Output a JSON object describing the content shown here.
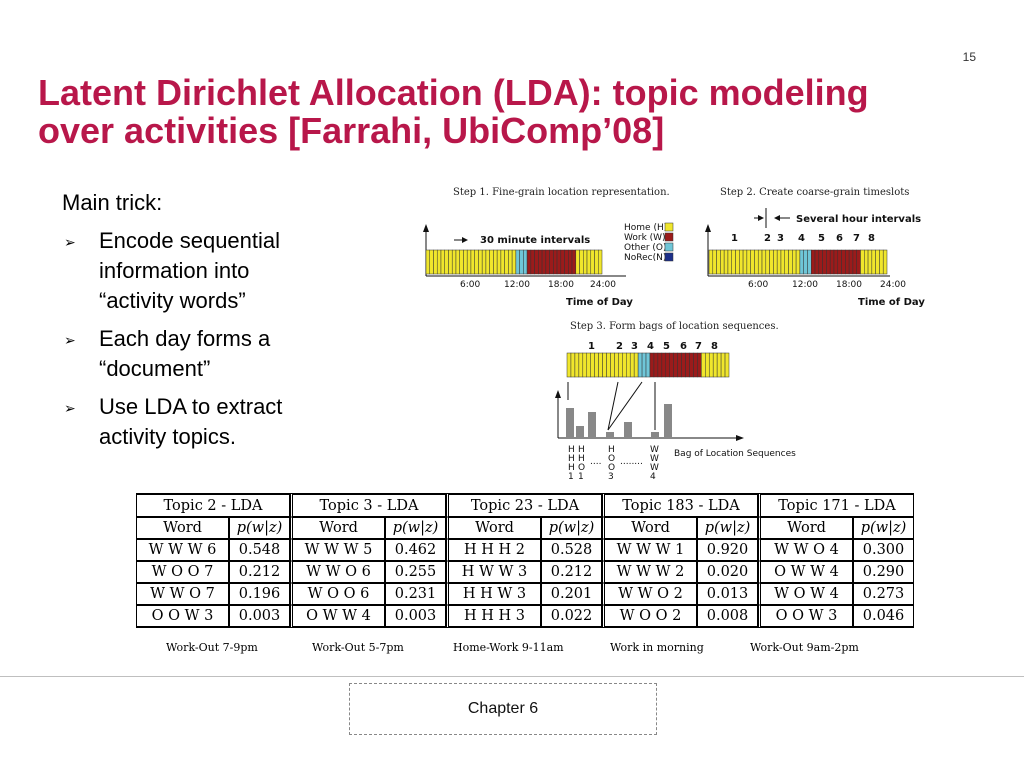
{
  "slide_number": "15",
  "title_line1": "Latent Dirichlet Allocation (LDA): topic modeling",
  "title_line2": "over activities [Farrahi, UbiComp’08]",
  "lead": "Main trick:",
  "bullets": [
    {
      "lines": [
        "Encode sequential",
        "information into",
        "“activity words”"
      ]
    },
    {
      "lines": [
        "Each day forms a",
        "“document”"
      ]
    },
    {
      "lines": [
        "Use LDA to extract",
        "activity topics."
      ]
    }
  ],
  "figure": {
    "step1": "Step 1. Fine-grain location representation.",
    "step2": "Step 2. Create coarse-grain timeslots",
    "step3": "Step 3. Form bags of location sequences.",
    "interval_30": "30 minute intervals",
    "interval_several": "Several hour intervals",
    "ticks": [
      "6:00",
      "12:00",
      "18:00",
      "24:00"
    ],
    "time_of_day": "Time of Day",
    "slot_numbers": [
      "1",
      "2",
      "3",
      "4",
      "5",
      "6",
      "7",
      "8"
    ],
    "legend": [
      {
        "label": "Home (H)",
        "color": "#f0e62c"
      },
      {
        "label": "Work  (W)",
        "color": "#9b1b1b"
      },
      {
        "label": "Other  (O)",
        "color": "#6fc6d8"
      },
      {
        "label": "NoRec(N)",
        "color": "#1c2f8a"
      }
    ],
    "bag_label": "Bag of Location Sequences",
    "seq_cols": [
      [
        "H",
        "H",
        "H",
        "1"
      ],
      [
        "H",
        "H",
        "O",
        "1"
      ],
      [
        "...."
      ],
      [
        "H",
        "O",
        "O",
        "3"
      ],
      [
        "........"
      ],
      [
        "W",
        "W",
        "W",
        "4"
      ]
    ]
  },
  "table": {
    "topics": [
      {
        "name": "Topic 2 - LDA",
        "rows": [
          [
            "W W W 6",
            "0.548"
          ],
          [
            "W O O 7",
            "0.212"
          ],
          [
            "W W O 7",
            "0.196"
          ],
          [
            "O O W 3",
            "0.003"
          ]
        ]
      },
      {
        "name": "Topic 3 - LDA",
        "rows": [
          [
            "W W W 5",
            "0.462"
          ],
          [
            "W W O 6",
            "0.255"
          ],
          [
            "W O O 6",
            "0.231"
          ],
          [
            "O W W 4",
            "0.003"
          ]
        ]
      },
      {
        "name": "Topic 23 - LDA",
        "rows": [
          [
            "H H H 2",
            "0.528"
          ],
          [
            "H W W 3",
            "0.212"
          ],
          [
            "H H W 3",
            "0.201"
          ],
          [
            "H H H 3",
            "0.022"
          ]
        ]
      },
      {
        "name": "Topic 183 - LDA",
        "rows": [
          [
            "W W W 1",
            "0.920"
          ],
          [
            "W W W 2",
            "0.020"
          ],
          [
            "W W O 2",
            "0.013"
          ],
          [
            "W O O 2",
            "0.008"
          ]
        ]
      },
      {
        "name": "Topic 171 - LDA",
        "rows": [
          [
            "W W O 4",
            "0.300"
          ],
          [
            "O W W 4",
            "0.290"
          ],
          [
            "W O W 4",
            "0.273"
          ],
          [
            "O O W 3",
            "0.046"
          ]
        ]
      }
    ],
    "word_header": "Word",
    "prob_header": "p(w|z)",
    "activities": [
      "Work-Out 7-9pm",
      "Work-Out 5-7pm",
      "Home-Work 9-11am",
      "Work in morning",
      "Work-Out 9am-2pm"
    ]
  },
  "footer": "Chapter 6"
}
